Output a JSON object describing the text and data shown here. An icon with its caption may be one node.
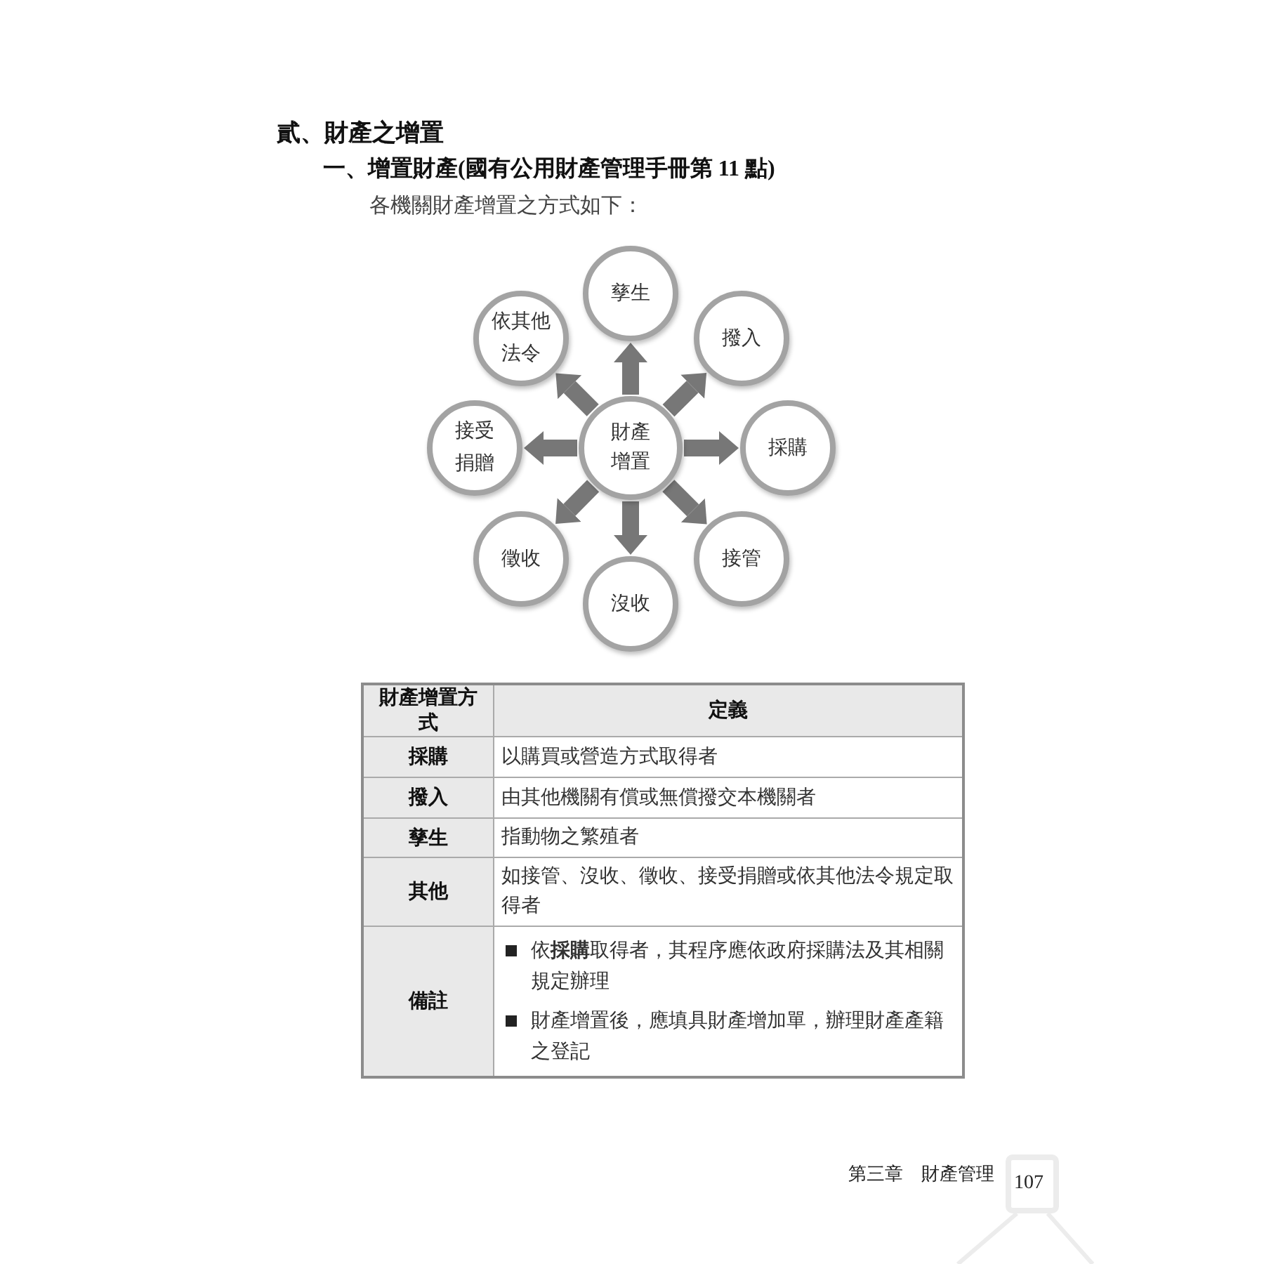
{
  "diagram": {
    "title": "貳、財產之增置",
    "nodes": [
      {
        "text": [
          "財產增置"
        ]
      },
      {
        "text": [
          "孳生"
        ]
      },
      {
        "text": [
          "依其他法令"
        ]
      },
      {
        "text": [
          "撥入"
        ]
      },
      {
        "text": [
          "接受捐贈"
        ]
      },
      {
        "text": [
          "採購"
        ]
      },
      {
        "text": [
          "徵收"
        ]
      },
      {
        "text": [
          "接管"
        ]
      },
      {
        "text": [
          "沒收"
        ]
      }
    ],
    "edges": [
      {
        "from": 0,
        "to": 1,
        "arrow": "to"
      },
      {
        "from": 0,
        "to": 2,
        "arrow": "to"
      },
      {
        "from": 0,
        "to": 3,
        "arrow": "to"
      },
      {
        "from": 0,
        "to": 4,
        "arrow": "to"
      },
      {
        "from": 0,
        "to": 5,
        "arrow": "to"
      },
      {
        "from": 0,
        "to": 6,
        "arrow": "to"
      },
      {
        "from": 0,
        "to": 7,
        "arrow": "to"
      },
      {
        "from": 0,
        "to": 8,
        "arrow": "to"
      }
    ],
    "labels": [
      "一、增置財產(國有公用財產管理手冊第 11 點)",
      "各機關財產增置之方式如下：",
      "財產增置方式",
      "定義",
      "採購",
      "以購買或營造方式取得者",
      "撥入",
      "由其他機關有償或無償撥交本機關者",
      "孳生",
      "指動物之繁殖者",
      "其他",
      "如接管、沒收、徵收、接受捐贈或依其他法令規定取得者",
      "備註",
      "依**採購**取得者，其程序應依政府採購法及其相關規定辦理",
      "財產增置後，應填具財產增加單，辦理財產產籍之登記",
      "第三章　財產管理",
      "107"
    ]
  }
}
